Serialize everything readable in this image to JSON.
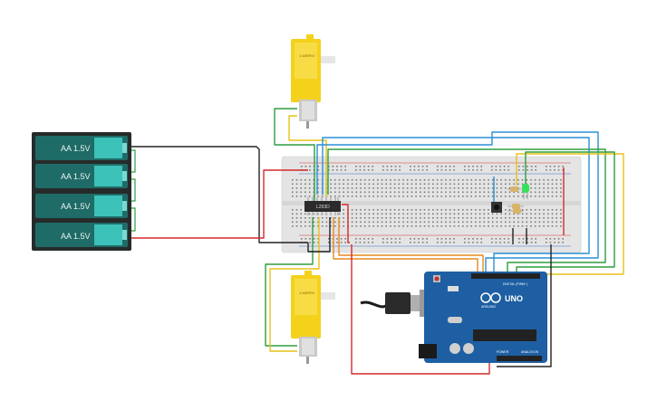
{
  "batteries": [
    {
      "label": "AA 1.5V"
    },
    {
      "label": "AA 1.5V"
    },
    {
      "label": "AA 1.5V"
    },
    {
      "label": "AA 1.5V"
    }
  ],
  "motors": [
    {
      "label": "1:48RPM"
    },
    {
      "label": "1:48RPM"
    }
  ],
  "driver_chip": {
    "label": "L293D"
  },
  "arduino": {
    "model": "UNO",
    "brand": "ARDUINO",
    "digital_header": "DIGITAL (PWM~)",
    "power_header": "POWER",
    "analog_header": "ANALOG IN"
  },
  "colors": {
    "battery_case": "#2a2f2e",
    "battery_cell": "#1f6b67",
    "battery_cap": "#3cc2b8",
    "breadboard": "#e6e6e6",
    "rail_red": "#d93030",
    "rail_blue": "#3a6fc9",
    "motor_yellow": "#f4d11b",
    "arduino_blue": "#1e5fa3",
    "wire_black": "#222222",
    "wire_red": "#d42a2a",
    "wire_green": "#2e9e3f",
    "wire_yellow": "#e6c21a",
    "wire_orange": "#e58a1e",
    "wire_blue": "#2a8fd6",
    "led_green": "#39e05a"
  }
}
